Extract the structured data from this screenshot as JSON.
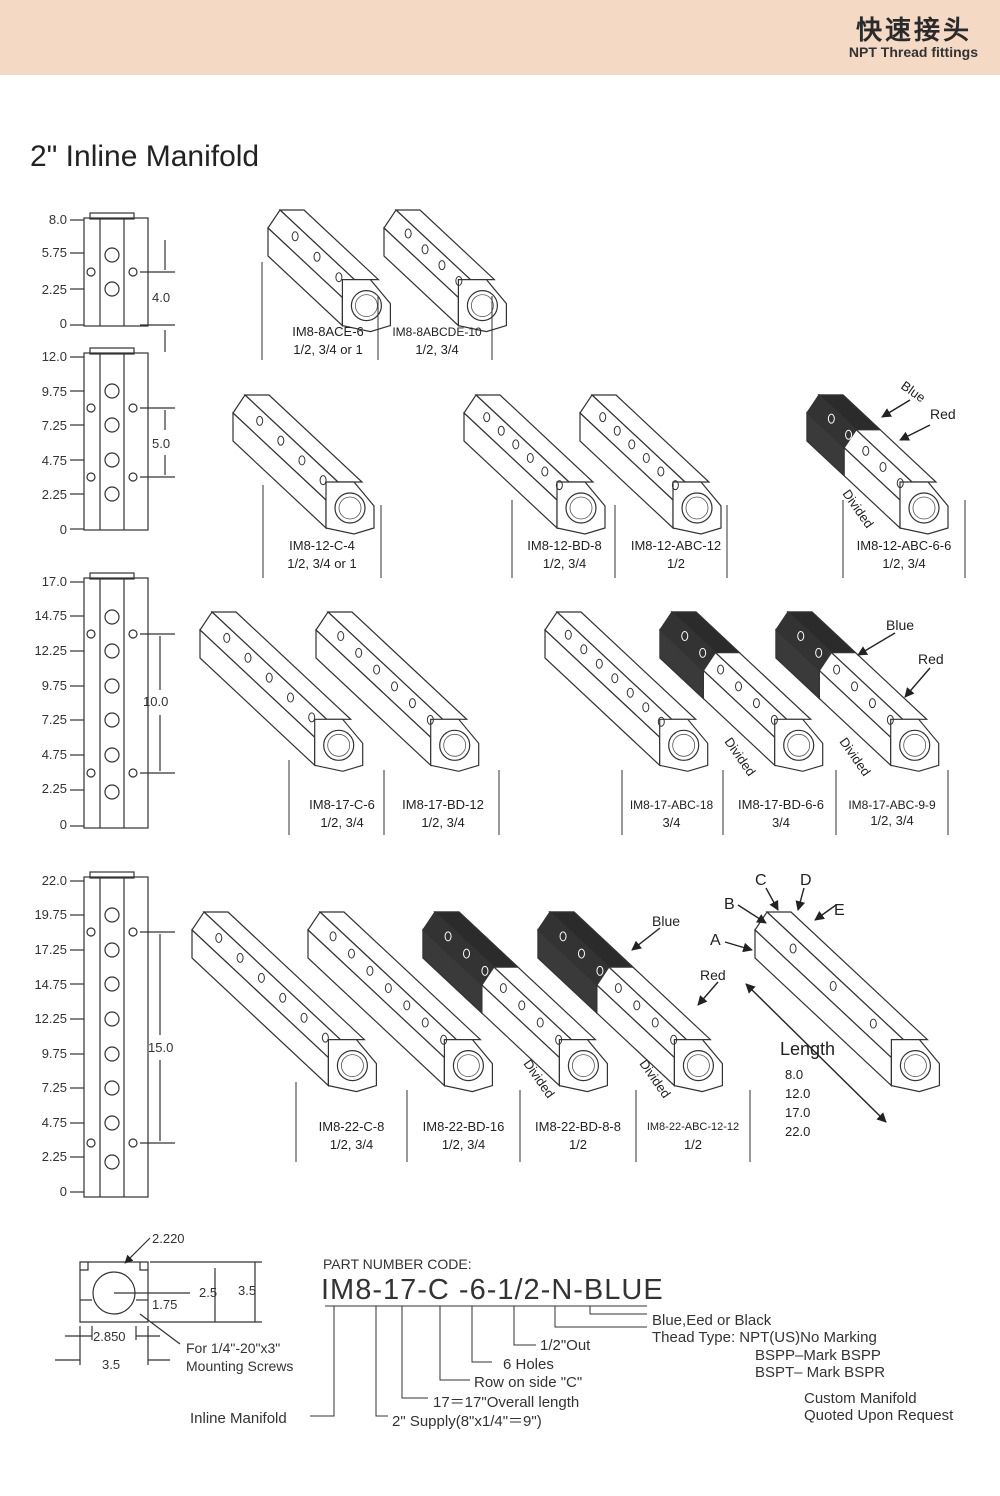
{
  "header": {
    "title_cn": "快速接头",
    "title_en": "NPT Thread fittings"
  },
  "page_title": "2\" Inline Manifold",
  "scales": [
    {
      "ticks": [
        "8.0",
        "5.75",
        "2.25",
        "0"
      ],
      "span": "4.0"
    },
    {
      "ticks": [
        "12.0",
        "9.75",
        "7.25",
        "4.75",
        "2.25",
        "0"
      ],
      "span": "5.0"
    },
    {
      "ticks": [
        "17.0",
        "14.75",
        "12.25",
        "9.75",
        "7.25",
        "4.75",
        "2.25",
        "0"
      ],
      "span": "10.0"
    },
    {
      "ticks": [
        "22.0",
        "19.75",
        "17.25",
        "14.75",
        "12.25",
        "9.75",
        "7.25",
        "4.75",
        "2.25",
        "0"
      ],
      "span": "15.0"
    }
  ],
  "rows": [
    {
      "items": [
        {
          "model": "IM8-8ACE-6",
          "sizes": "1/2, 3/4 or 1"
        },
        {
          "model": "IM8-8ABCDE-10",
          "sizes": "1/2, 3/4"
        }
      ]
    },
    {
      "items": [
        {
          "model": "IM8-12-C-4",
          "sizes": "1/2, 3/4 or 1"
        },
        {
          "model": "IM8-12-BD-8",
          "sizes": "1/2, 3/4"
        },
        {
          "model": "IM8-12-ABC-12",
          "sizes": "1/2"
        },
        {
          "model": "IM8-12-ABC-6-6",
          "sizes": "1/2, 3/4"
        }
      ]
    },
    {
      "items": [
        {
          "model": "IM8-17-C-6",
          "sizes": "1/2, 3/4"
        },
        {
          "model": "IM8-17-BD-12",
          "sizes": "1/2, 3/4"
        },
        {
          "model": "IM8-17-ABC-18",
          "sizes": "3/4"
        },
        {
          "model": "IM8-17-BD-6-6",
          "sizes": "3/4"
        },
        {
          "model": "IM8-17-ABC-9-9",
          "sizes": "1/2, 3/4"
        }
      ]
    },
    {
      "items": [
        {
          "model": "IM8-22-C-8",
          "sizes": "1/2, 3/4"
        },
        {
          "model": "IM8-22-BD-16",
          "sizes": "1/2, 3/4"
        },
        {
          "model": "IM8-22-BD-8-8",
          "sizes": "1/2"
        },
        {
          "model": "IM8-22-ABC-12-12",
          "sizes": "1/2"
        }
      ]
    }
  ],
  "callouts": {
    "blue": "Blue",
    "red": "Red",
    "divided": "Divided"
  },
  "sides": {
    "a": "A",
    "b": "B",
    "c": "C",
    "d": "D",
    "e": "E"
  },
  "length": {
    "label": "Length",
    "values": [
      "8.0",
      "12.0",
      "17.0",
      "22.0"
    ]
  },
  "section_dims": {
    "d1": "2.220",
    "d2": "2.5",
    "d3": "3.5",
    "d4": "1.75",
    "d5": "2.850",
    "d6": "3.5",
    "screws_line1": "For 1/4\"-20\"x3\"",
    "screws_line2": "Mounting Screws"
  },
  "part_code": {
    "title": "PART NUMBER CODE:",
    "code": "IM8-17-C -6-1/2-N-BLUE",
    "color": "Blue,Eed or Black",
    "thread_label": "Thead Type: NPT(US)No Marking",
    "bspp": "BSPP–Mark BSPP",
    "bspt": "BSPT– Mark BSPR",
    "out": "1/2\"Out",
    "holes": "6 Holes",
    "row": "Row on side \"C\"",
    "overall": "17＝17\"Overall length",
    "inline": "Inline Manifold",
    "supply": "2\" Supply(8\"x1/4\"＝9\")",
    "custom1": "Custom Manifold",
    "custom2": "Quoted Upon Request"
  }
}
